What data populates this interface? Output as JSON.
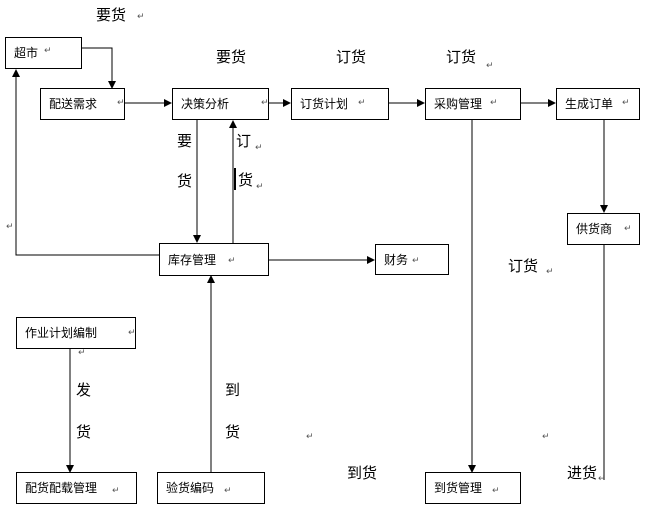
{
  "nodes": {
    "supermarket": "超市",
    "delivery_demand": "配送需求",
    "decision_analysis": "决策分析",
    "order_plan": "订货计划",
    "purchase_mgmt": "采购管理",
    "generate_order": "生成订单",
    "supplier": "供货商",
    "inventory_mgmt": "库存管理",
    "finance": "财务",
    "work_plan": "作业计划编制",
    "delivery_loading": "配货配载管理",
    "inspection_coding": "验货编码",
    "arrival_mgmt": "到货管理"
  },
  "labels": {
    "top_request": "要货",
    "request_mid": "要货",
    "order_1": "订货",
    "order_2": "订货",
    "order_right": "订货",
    "vert_request_1": "要",
    "vert_request_2": "货",
    "vert_order_1": "订",
    "vert_order_2": "货",
    "ship_1": "发",
    "ship_2": "货",
    "arrive_1": "到",
    "arrive_2": "货",
    "arrival_bottom": "到货",
    "stock_in": "进货"
  },
  "para_mark": "↵"
}
